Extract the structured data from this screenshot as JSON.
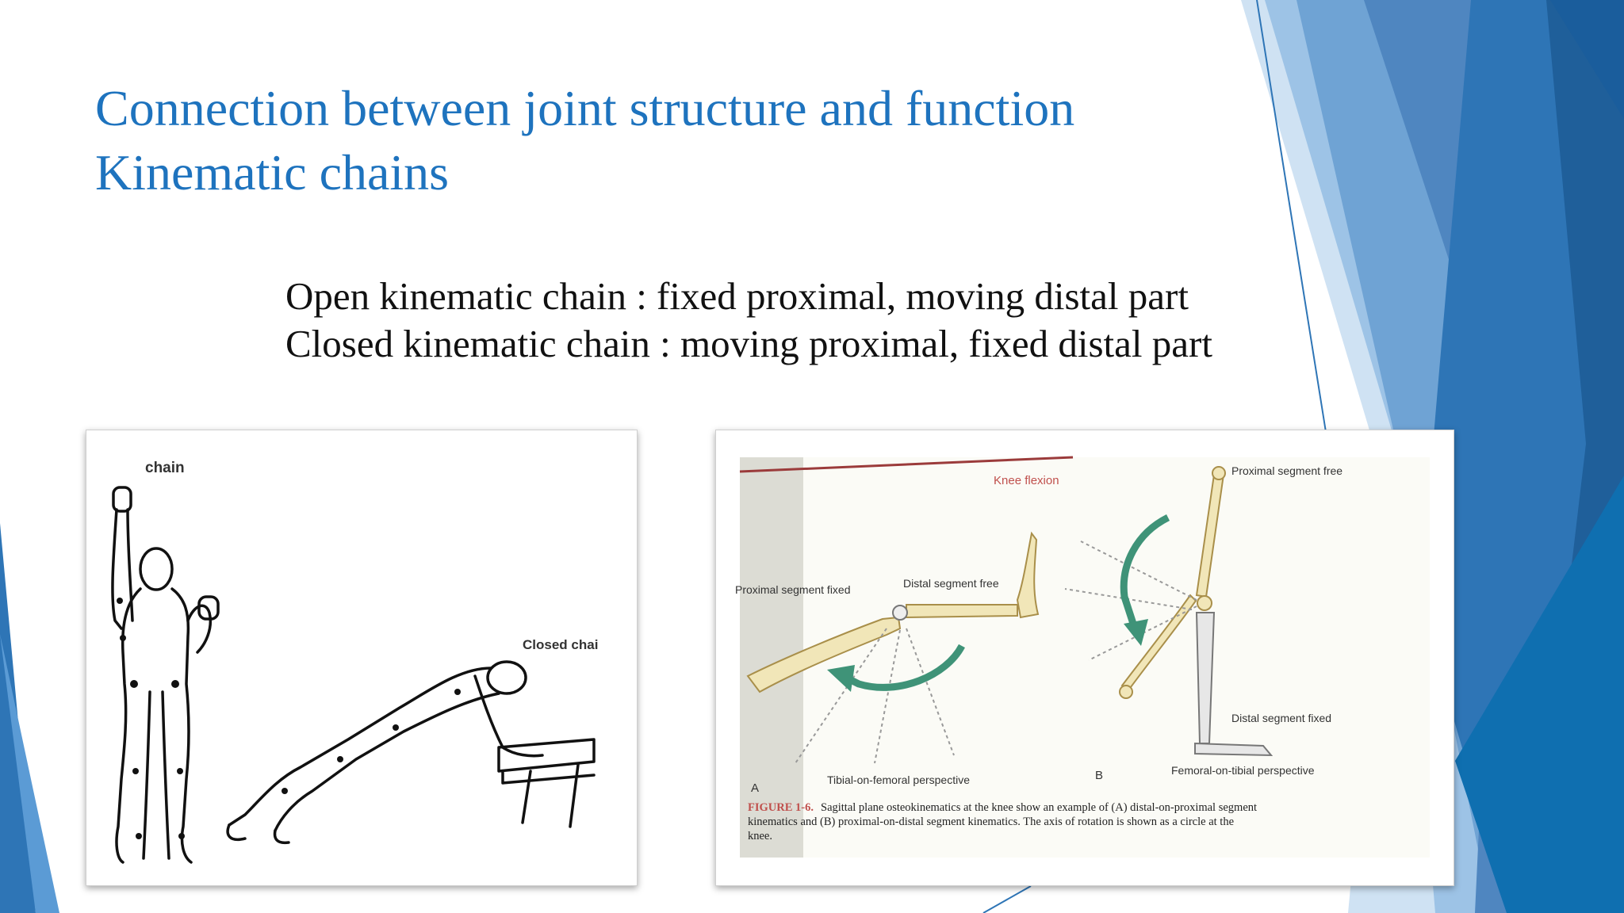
{
  "slide": {
    "title_line1": "Connection between joint structure and function",
    "title_line2": "Kinematic chains",
    "body_line1": "Open kinematic chain : fixed proximal, moving distal  part",
    "body_line2": "Closed kinematic chain : moving proximal, fixed distal part",
    "accent_color": "#1e73be",
    "theme_colors": [
      "#2e75b6",
      "#5b9bd5",
      "#9dc3e6",
      "#1f5f9a",
      "#0f6fb0"
    ]
  },
  "left_figure": {
    "label_open": "chain",
    "label_closed": "Closed chai"
  },
  "right_figure": {
    "header": "Knee flexion",
    "label_prox_fixed": "Proximal segment fixed",
    "label_distal_free": "Distal segment free",
    "label_prox_free": "Proximal segment free",
    "label_distal_fixed": "Distal segment fixed",
    "label_A": "A",
    "label_B": "B",
    "persp_A": "Tibial-on-femoral perspective",
    "persp_B": "Femoral-on-tibial perspective",
    "caption_fig": "FIGURE 1-6.",
    "caption_line1": "Sagittal plane osteokinematics at the knee show an example of (A) distal-on-proximal segment",
    "caption_line2": "kinematics and (B) proximal-on-distal segment kinematics. The axis of rotation is shown as a circle at the",
    "caption_line3": "knee."
  }
}
